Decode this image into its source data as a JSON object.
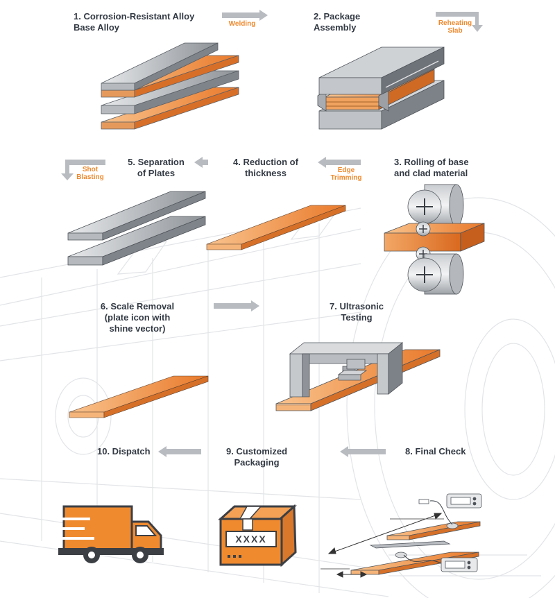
{
  "steps": {
    "s1": "1. Corrosion-Resistant Alloy\nBase Alloy",
    "s2": "2. Package\nAssembly",
    "s3": "3. Rolling of base\nand clad material",
    "s4": "4. Reduction of\nthickness",
    "s5": "5. Separation\nof Plates",
    "s6": "6. Scale Removal\n(plate icon with\nshine vector)",
    "s7": "7. Ultrasonic\nTesting",
    "s8": "8. Final Check",
    "s9": "9. Customized\nPackaging",
    "s10": "10. Dispatch"
  },
  "arrows": {
    "welding": "Welding",
    "reheating": "Reheating\nSlab",
    "edge": "Edge\nTrimming",
    "shot": "Shot\nBlasting"
  },
  "box_code": "XXXX",
  "icons": [
    "arrow-right-icon",
    "arrow-down-icon",
    "arrow-left-icon",
    "truck-icon",
    "box-icon",
    "gauge-icon",
    "roller-icon"
  ],
  "colors": {
    "orange": "#ef8a2f",
    "orange_light": "#f6b87a",
    "grey_plate": "#a9adb3",
    "grey_dark": "#6f747b",
    "arrow_grey": "#b8bcc1",
    "text": "#333a44",
    "outline": "#dfe1e4"
  }
}
